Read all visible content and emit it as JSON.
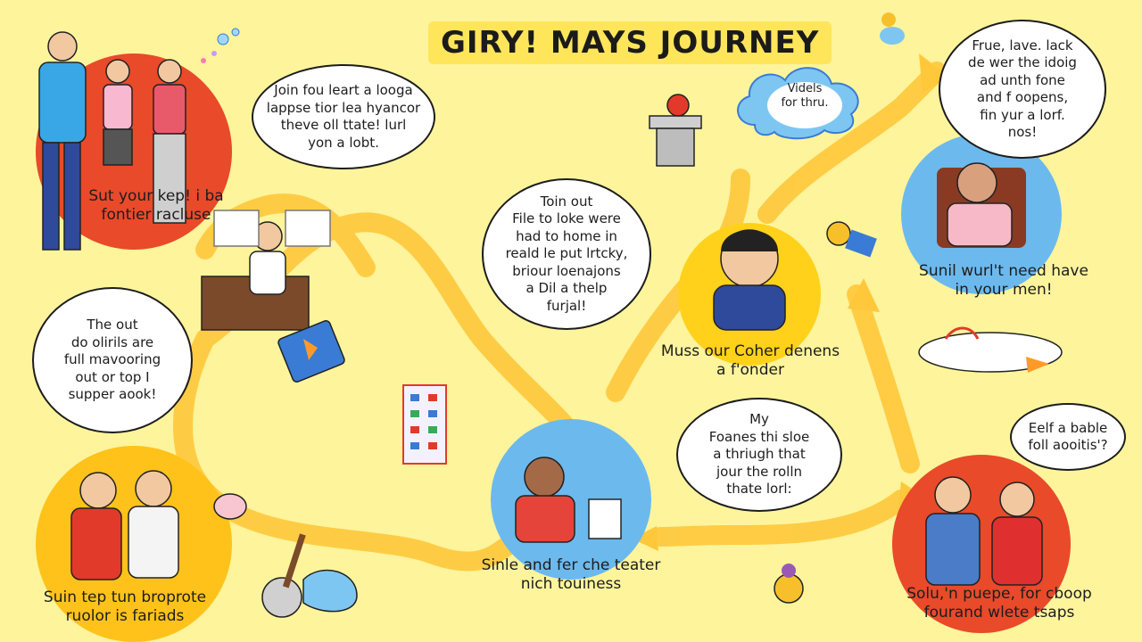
{
  "title": "GIRY! MAYS JOURNEY",
  "colors": {
    "background": "#fdf49c",
    "path": "#ffc83b",
    "title_highlight": "#ffe55a",
    "circle_red": "#e84a2a",
    "circle_yellow": "#ffd11a",
    "circle_blue": "#6cb9ee",
    "cloud_blue": "#7ec6f2"
  },
  "bubbles": {
    "top_left": "Join fou leart a looga\nlappse tior lea hyancor\ntheve oll ttate! lurl\nyon a lobt.",
    "center": "Toin out\nFile to loke were\nhad to home in\nreald le put lrtcky,\nbriour loenajons\na Dil a thelp\nfurjal!",
    "left": "The out\ndo olirils are\nfull mavooring\nout or top I\nsupper aook!",
    "cloud": "Videls\nfor thru.",
    "top_right": "Frue, lave. lack\nde wer the idoig\nad unth fone\nand f oopens,\nfin yur a lorf.\nnos!",
    "lower_middle": "My\nFoanes thi sloe\na thriugh that\njour the rolln\nthate lorl:",
    "bottom_right": "Eelf a bable\nfoll aooitis'?"
  },
  "captions": {
    "top_left": "Sut your kep! i ba\nfontier racluse",
    "middle_right": "Muss our Coher denens\na f'onder",
    "top_right": "Sunil wurl't need have\nin your men!",
    "bottom_center": "Sinle and fer che teater\nnich touiness",
    "bottom_left": "Suin tep tun broprote\nruolor is fariads",
    "bottom_right": "Solu,'n puepe, for cboop\nfourand wlete tsaps"
  },
  "icons": {
    "trophy": "trophy-icon",
    "book": "book-icon",
    "guitar": "guitar-icon",
    "pig": "pig-icon",
    "cat": "cat-icon",
    "dragon": "dragon-icon",
    "building": "building-icon",
    "bear": "bear-icon"
  }
}
